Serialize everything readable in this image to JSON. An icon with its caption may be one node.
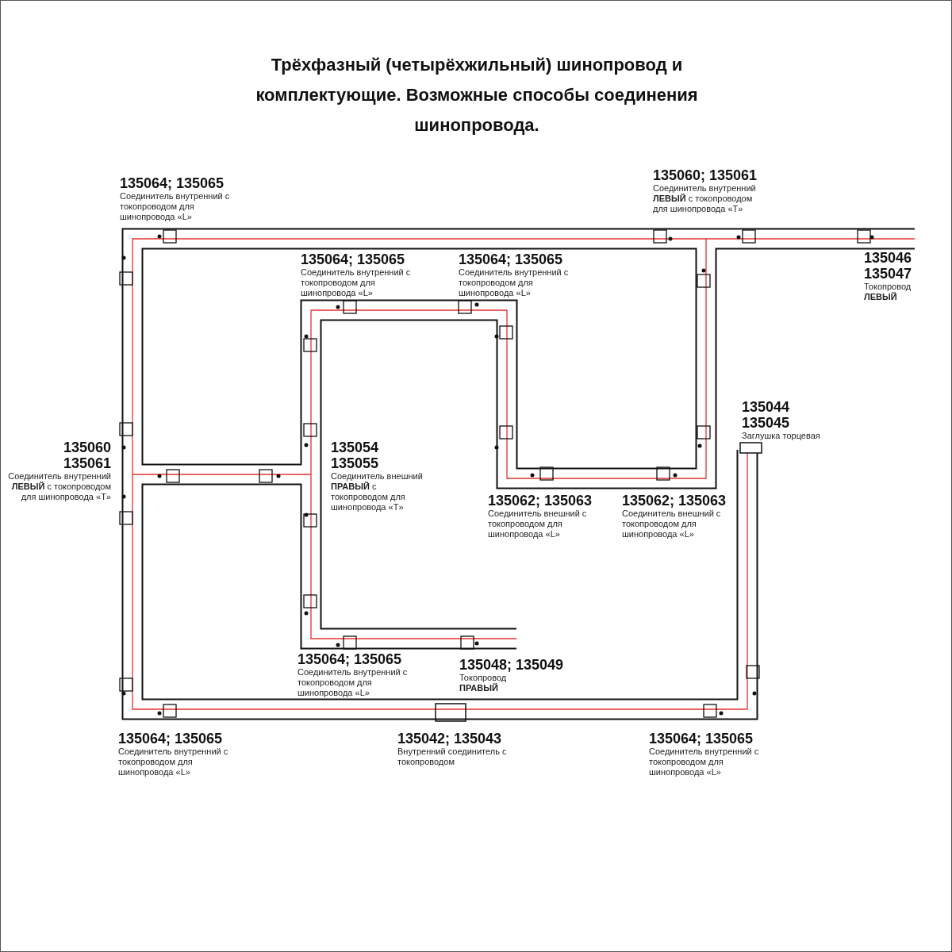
{
  "diagram": {
    "title": "Трёхфазный (четырёхжильный) шинопровод и комплектующие. Возможные способы соединения шинопровода.",
    "labels": [
      "135064; 135065",
      "Соединитель внутренний с токопроводом для шинопровода «L»",
      "135060; 135061",
      "Соединитель внутренний **ЛЕВЫЙ** с токопроводом для шинопровода «T»",
      "135064; 135065",
      "Соединитель внутренний с токопроводом для шинопровода «L»",
      "135064; 135065",
      "Соединитель внутренний с токопроводом для шинопровода «L»",
      "135046",
      "135047",
      "Токопровод **ЛЕВЫЙ**",
      "135044",
      "135045",
      "Заглушка торцевая",
      "135060",
      "135061",
      "Соединитель внутренний **ЛЕВЫЙ** с токопроводом для шинопровода «T»",
      "135054",
      "135055",
      "Соединитель внешний **ПРАВЫЙ** с токопроводом для шинопровода «T»",
      "135062; 135063",
      "Соединитель внешний с токопроводом для шинопровода «L»",
      "135062; 135063",
      "Соединитель внешний с токопроводом для шинопровода «L»",
      "135064; 135065",
      "Соединитель внутренний с токопроводом для шинопровода «L»",
      "135048; 135049",
      "Токопровод **ПРАВЫЙ**",
      "135064; 135065",
      "Соединитель внутренний с токопроводом для шинопровода «L»",
      "135042; 135043",
      "Внутренний соединитель с токопроводом",
      "135064; 135065",
      "Соединитель внутренний с токопроводом для шинопровода «L»"
    ]
  }
}
